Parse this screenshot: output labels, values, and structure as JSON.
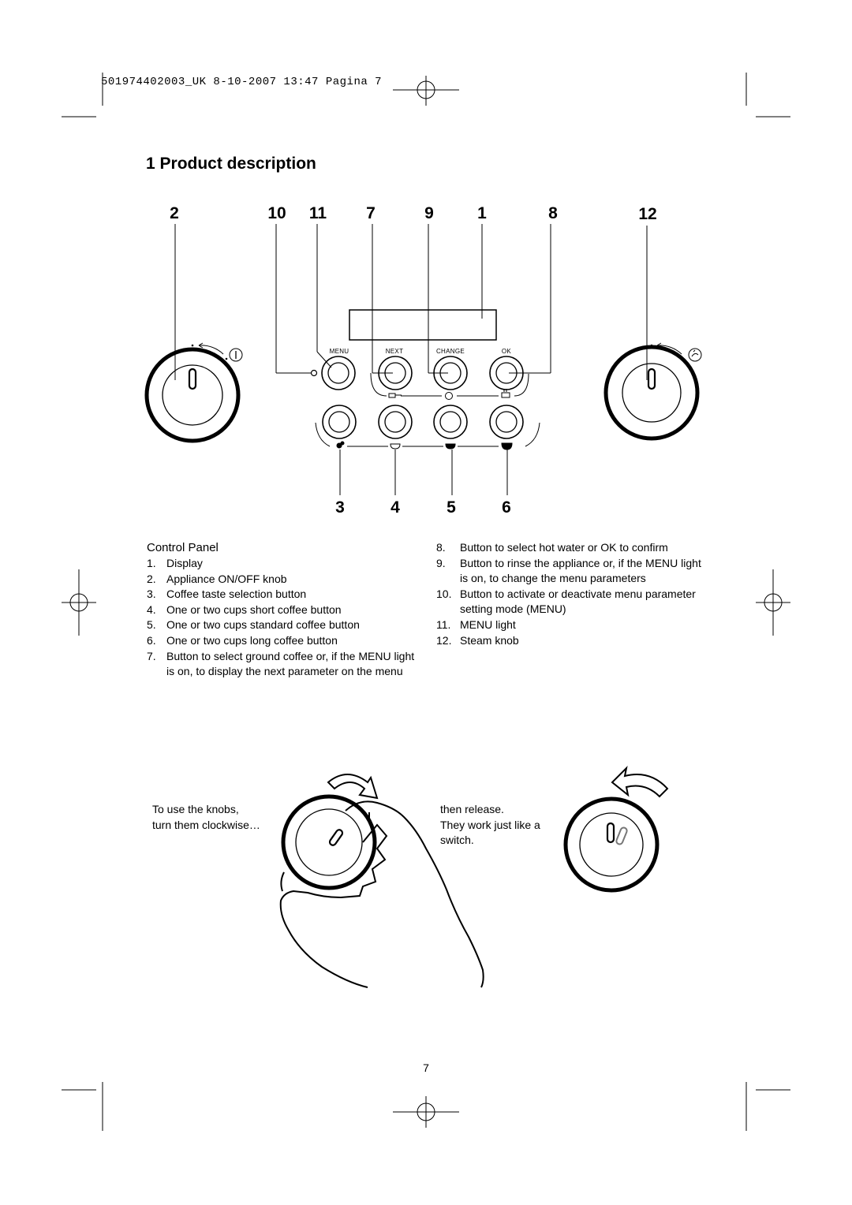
{
  "header": {
    "slug": "501974402003_UK 8-10-2007 13:47 Pagina 7"
  },
  "section": {
    "title": "1 Product description"
  },
  "callouts": {
    "top": [
      "2",
      "10",
      "11",
      "7",
      "9",
      "1",
      "8",
      "12"
    ],
    "bottom": [
      "3",
      "4",
      "5",
      "6"
    ]
  },
  "panel_buttons": {
    "menu": "MENU",
    "next": "NEXT",
    "change": "CHANGE",
    "ok": "OK"
  },
  "control_panel": {
    "heading": "Control Panel",
    "items_left": [
      {
        "num": "1.",
        "text": "Display"
      },
      {
        "num": "2.",
        "text": "Appliance ON/OFF knob"
      },
      {
        "num": "3.",
        "text": "Coffee taste selection button"
      },
      {
        "num": "4.",
        "text": "One or two cups short coffee button"
      },
      {
        "num": "5.",
        "text": "One or two cups standard coffee button"
      },
      {
        "num": "6.",
        "text": "One or two cups long coffee button"
      },
      {
        "num": "7.",
        "text": "Button to select ground coffee or, if the MENU light is on, to display the next parameter on the menu"
      }
    ],
    "items_right": [
      {
        "num": "8.",
        "text": "Button to select hot water or OK to confirm"
      },
      {
        "num": "9.",
        "text": "Button to rinse the appliance or, if the MENU light is on, to change the menu parameters"
      },
      {
        "num": "10.",
        "text": "Button to activate or deactivate menu parameter setting mode (MENU)"
      },
      {
        "num": "11.",
        "text": "MENU light"
      },
      {
        "num": "12.",
        "text": "Steam knob"
      }
    ]
  },
  "knob_usage": {
    "left_caption_line1": "To use the knobs,",
    "left_caption_line2": "turn them clockwise…",
    "right_caption_line1": "then release.",
    "right_caption_line2": "They work just like a",
    "right_caption_line3": "switch."
  },
  "footer": {
    "page_number": "7"
  }
}
